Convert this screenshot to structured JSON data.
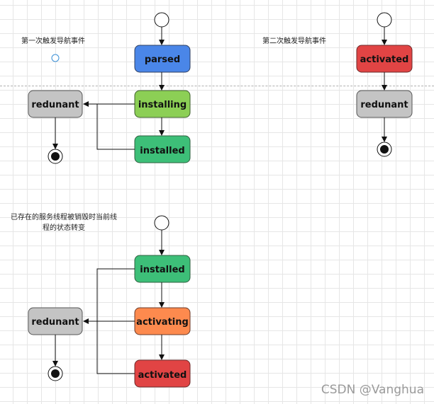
{
  "captions": {
    "first": "第一次触发导航事件",
    "second": "第二次触发导航事件",
    "third_line1": "已存在的服务线程被销毁时当前线",
    "third_line2": "程的状态转变"
  },
  "states": {
    "parsed": "parsed",
    "installing": "installing",
    "installed": "installed",
    "redunant": "redunant",
    "activated": "activated",
    "activating": "activating"
  },
  "colors": {
    "parsed": "#4a86e8",
    "installing": "#8ccf55",
    "installed": "#3dbf78",
    "redunant": "#c4c4c4",
    "activated": "#e14444",
    "activating": "#fd8a4e",
    "line": "#111111"
  },
  "watermark": "CSDN @Vanghua"
}
